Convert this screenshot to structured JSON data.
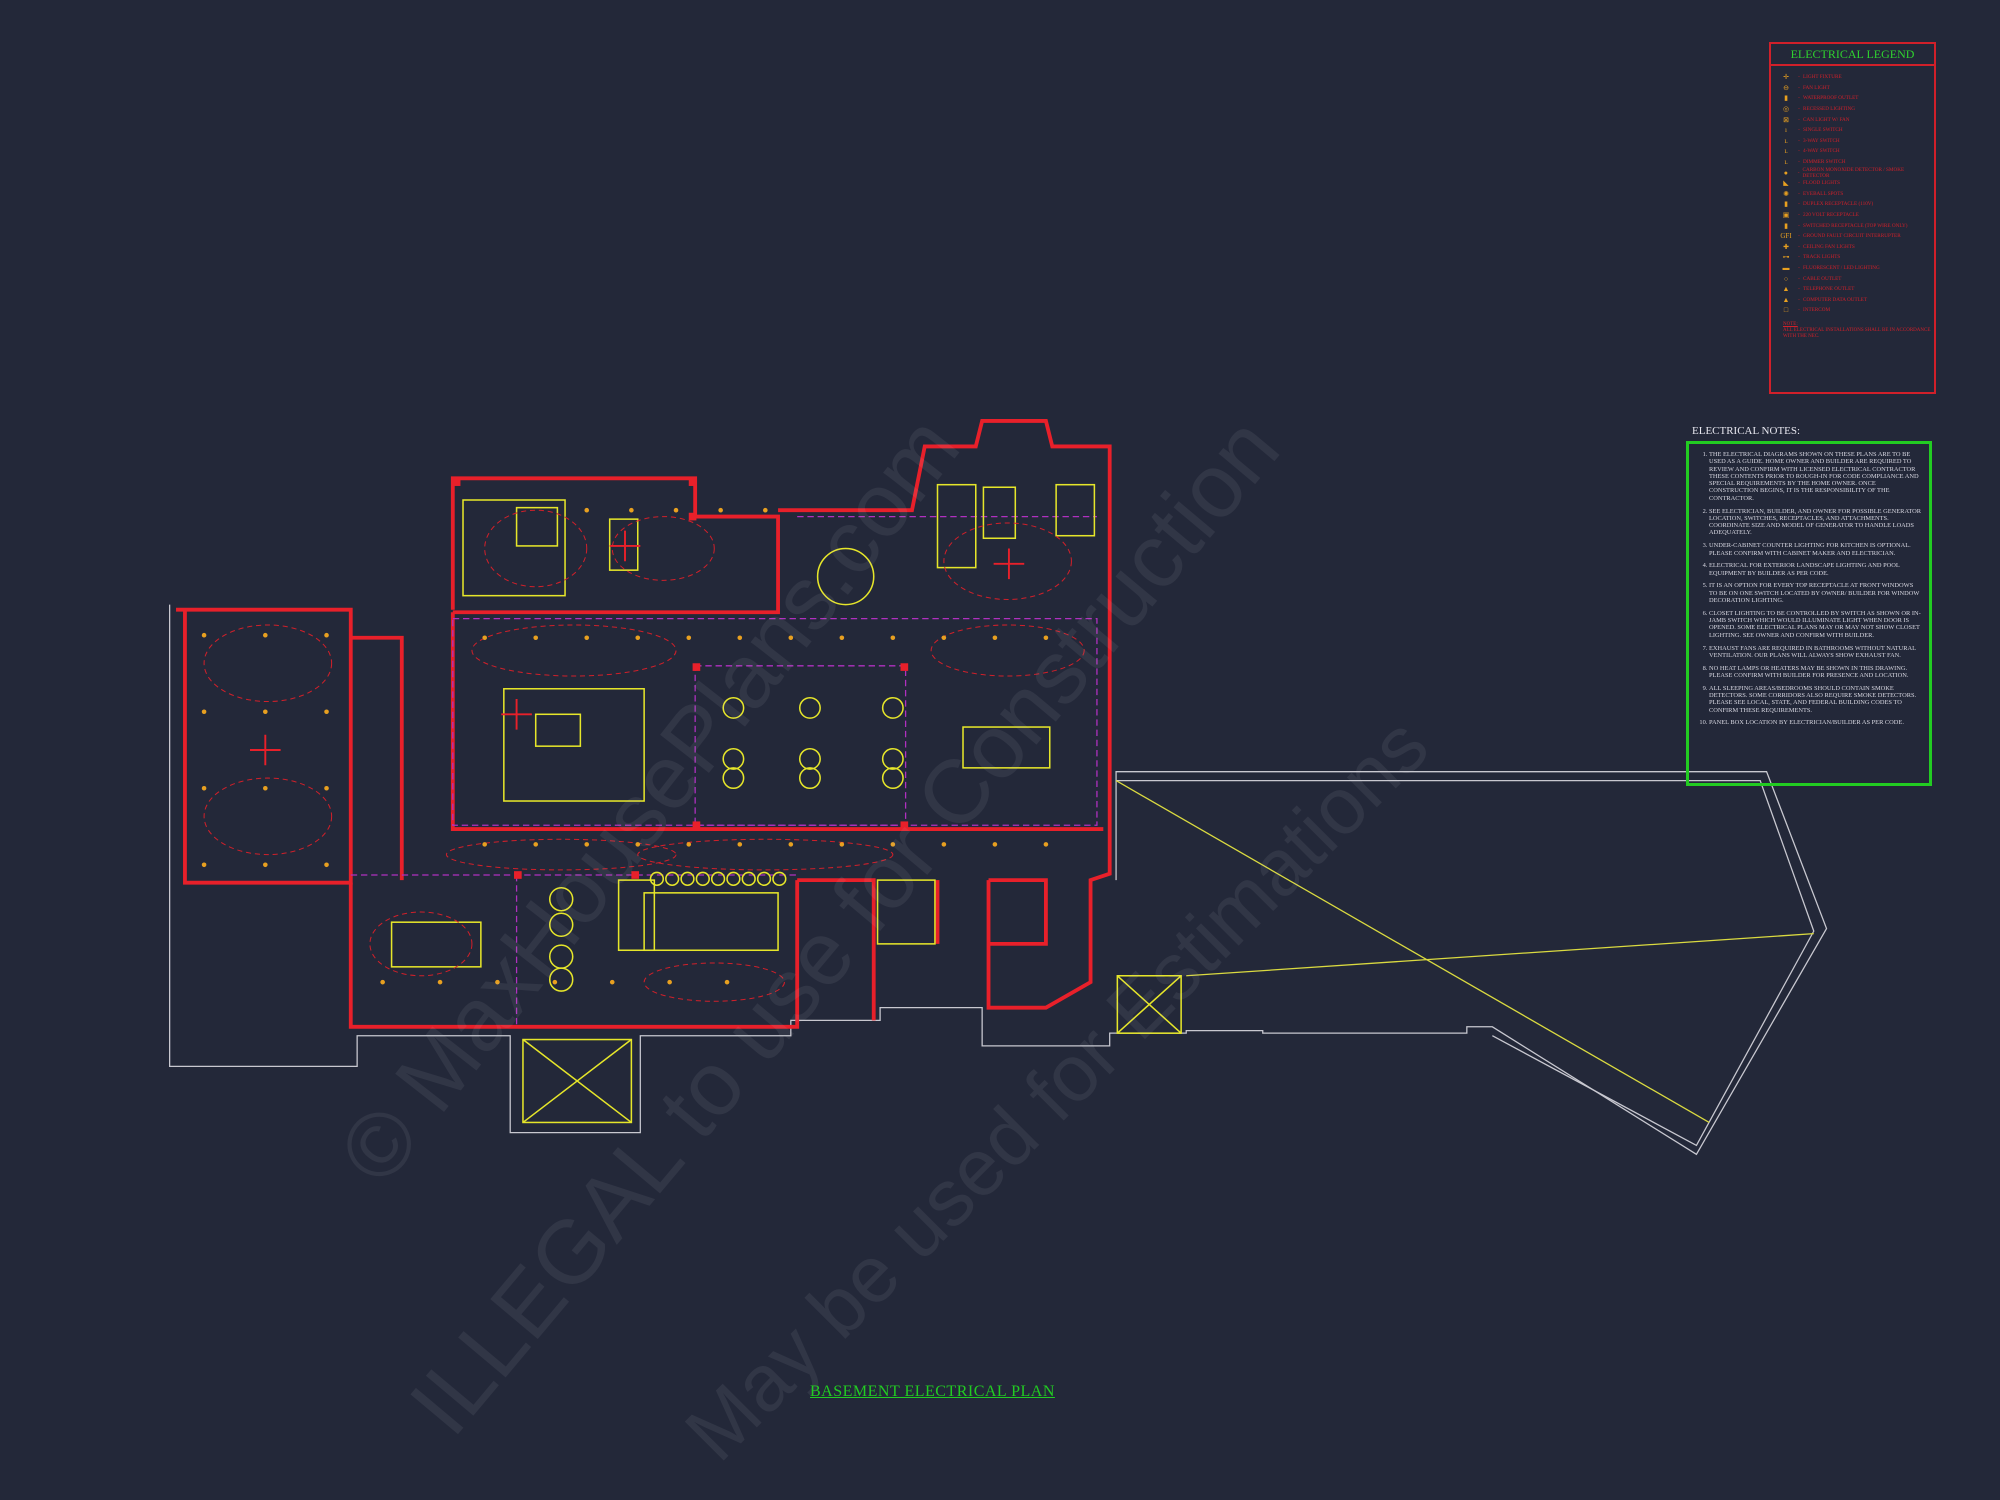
{
  "drawing_title": "BASEMENT ELECTRICAL PLAN",
  "legend": {
    "title": "ELECTRICAL LEGEND",
    "items": [
      {
        "symbol": "light-fixture-icon",
        "glyph": "✛",
        "label": "LIGHT FIXTURE"
      },
      {
        "symbol": "fan-light-icon",
        "glyph": "⊖",
        "label": "FAN LIGHT"
      },
      {
        "symbol": "waterproof-outlet-icon",
        "glyph": "▮",
        "label": "WATERPROOF OUTLET"
      },
      {
        "symbol": "recessed-light-icon",
        "glyph": "◎",
        "label": "RECESSED LIGHTING"
      },
      {
        "symbol": "can-light-fan-icon",
        "glyph": "⊠",
        "label": "CAN LIGHT W/ FAN"
      },
      {
        "symbol": "single-switch-icon",
        "glyph": "ı",
        "label": "SINGLE SWITCH"
      },
      {
        "symbol": "three-way-switch-icon",
        "glyph": "ʟ",
        "label": "3-WAY SWITCH"
      },
      {
        "symbol": "four-way-switch-icon",
        "glyph": "ʟ",
        "label": "4-WAY SWITCH"
      },
      {
        "symbol": "dimmer-switch-icon",
        "glyph": "ʟ",
        "label": "DIMMER SWITCH"
      },
      {
        "symbol": "co-smoke-detector-icon",
        "glyph": "●",
        "label": "CARBON MONOXIDE DETECTOR / SMOKE DETECTOR"
      },
      {
        "symbol": "flood-light-icon",
        "glyph": "◣",
        "label": "FLOOD LIGHTS"
      },
      {
        "symbol": "eyeball-spot-icon",
        "glyph": "✺",
        "label": "EYEBALL SPOTS"
      },
      {
        "symbol": "duplex-receptacle-icon",
        "glyph": "▮",
        "label": "DUPLEX RECEPTACLE (110V)"
      },
      {
        "symbol": "220v-receptacle-icon",
        "glyph": "▣",
        "label": "220 VOLT RECEPTACLE"
      },
      {
        "symbol": "switched-receptacle-icon",
        "glyph": "▮",
        "label": "SWITCHED RECEPTACLE (TOP WIRE ONLY)"
      },
      {
        "symbol": "gfci-icon",
        "glyph": "GFI",
        "label": "GROUND FAULT CIRCUIT INTERRUPTER"
      },
      {
        "symbol": "ceiling-fan-icon",
        "glyph": "✚",
        "label": "CEILING FAN LIGHTS"
      },
      {
        "symbol": "track-light-icon",
        "glyph": "⊶",
        "label": "TRACK LIGHTS"
      },
      {
        "symbol": "fluorescent-light-icon",
        "glyph": "▬",
        "label": "FLUORESCENT / LED LIGHTING"
      },
      {
        "symbol": "cable-outlet-icon",
        "glyph": "○",
        "label": "CABLE OUTLET"
      },
      {
        "symbol": "telephone-outlet-icon",
        "glyph": "▲",
        "label": "TELEPHONE OUTLET"
      },
      {
        "symbol": "computer-data-outlet-icon",
        "glyph": "▲",
        "label": "COMPUTER DATA OUTLET"
      },
      {
        "symbol": "intercom-icon",
        "glyph": "□",
        "label": "INTERCOM"
      }
    ],
    "note_heading": "NOTE:",
    "note": "ALL ELECTRICAL INSTALLATIONS SHALL BE IN ACCORDANCE WITH THE NEC."
  },
  "notes": {
    "title": "ELECTRICAL NOTES:",
    "items": [
      "THE ELECTRICAL DIAGRAMS SHOWN ON THESE PLANS ARE TO BE USED AS A GUIDE. HOME OWNER AND BUILDER ARE REQUIRED TO REVIEW AND CONFIRM WITH LICENSED ELECTRICAL CONTRACTOR THESE CONTENTS PRIOR TO ROUGH-IN FOR CODE COMPLIANCE AND SPECIAL REQUIREMENTS BY THE HOME OWNER. ONCE CONSTRUCTION BEGINS, IT IS THE RESPONSIBILITY OF THE CONTRACTOR.",
      "SEE ELECTRICIAN, BUILDER, AND OWNER FOR POSSIBLE GENERATOR LOCATION, SWITCHES, RECEPTACLES, AND ATTACHMENTS. COORDINATE SIZE AND MODEL OF GENERATOR TO HANDLE LOADS ADEQUATELY.",
      "UNDER-CABINET COUNTER LIGHTING FOR KITCHEN IS OPTIONAL. PLEASE CONFIRM WITH CABINET MAKER AND ELECTRICIAN.",
      "ELECTRICAL FOR EXTERIOR LANDSCAPE LIGHTING AND POOL EQUIPMENT BY BUILDER AS PER CODE.",
      "IT IS AN OPTION FOR EVERY TOP RECEPTACLE AT FRONT WINDOWS TO BE ON ONE SWITCH LOCATED BY OWNER/ BUILDER FOR WINDOW DECORATION LIGHTING.",
      "CLOSET LIGHTING TO BE CONTROLLED BY SWITCH AS SHOWN OR IN-JAMB SWITCH WHICH WOULD ILLUMINATE LIGHT WHEN DOOR IS OPENED. SOME ELECTRICAL PLANS MAY OR MAY NOT SHOW CLOSET LIGHTING. SEE OWNER AND CONFIRM WITH BUILDER.",
      "EXHAUST FANS ARE REQUIRED IN BATHROOMS WITHOUT NATURAL VENTILATION. OUR PLANS WILL ALWAYS SHOW EXHAUST FAN.",
      "NO HEAT LAMPS OR HEATERS MAY BE SHOWN IN THIS DRAWING. PLEASE CONFIRM WITH BUILDER FOR PRESENCE AND LOCATION.",
      "ALL SLEEPING AREAS/BEDROOMS SHOULD CONTAIN SMOKE DETECTORS. SOME CORRIDORS ALSO REQUIRE SMOKE DETECTORS. PLEASE SEE LOCAL, STATE, AND FEDERAL BUILDING CODES TO CONFIRM THESE REQUIREMENTS.",
      "PANEL BOX LOCATION BY ELECTRICIAN/BUILDER AS PER CODE."
    ]
  },
  "watermark": {
    "line1": "© MaxHousePlans.com",
    "line2": "ILLEGAL to use for Construction",
    "line3": "May be used for Estimations"
  },
  "colors": {
    "background": "#232839",
    "walls": "#e8202a",
    "furniture": "#e6e62a",
    "circuits": "#d0202a",
    "soffit": "#b030c0",
    "legend_title": "#2fd12f",
    "notes_border": "#22cc22",
    "outline": "#c8c8d0"
  }
}
